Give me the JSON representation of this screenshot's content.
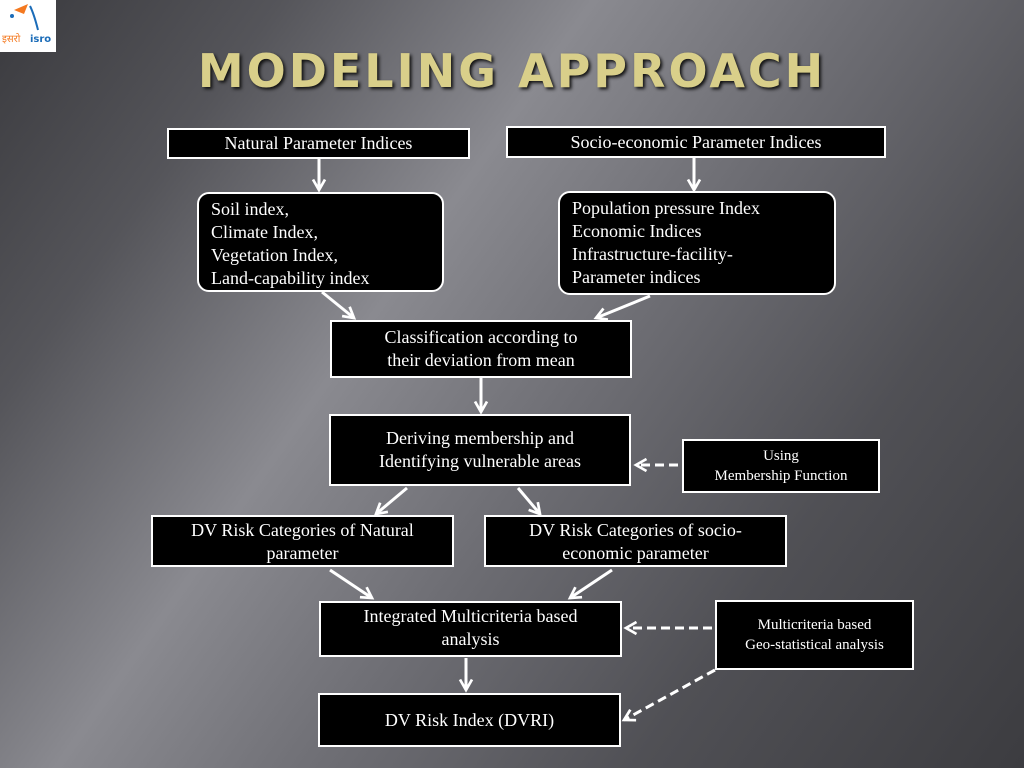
{
  "title": "MODELING   APPROACH",
  "logo": {
    "text_hindi": "इसरो",
    "text_latin": "isro"
  },
  "nodes": {
    "natural_params": "Natural Parameter Indices",
    "socio_params": "Socio-economic Parameter Indices",
    "natural_indices": "Soil index,\nClimate Index,\nVegetation Index,\nLand-capability  index",
    "socio_indices": "Population pressure Index\nEconomic Indices\nInfrastructure-facility-\nParameter indices",
    "classification": "Classification according to\ntheir deviation from mean",
    "membership": "Deriving  membership and\nIdentifying vulnerable areas",
    "membership_function": "Using\nMembership Function",
    "dv_natural": "DV Risk Categories of Natural\nparameter",
    "dv_socio": "DV Risk Categories of socio-\neconomic parameter",
    "integrated": "Integrated Multicriteria based\nanalysis",
    "geo_statistical": "Multicriteria based\nGeo-statistical analysis",
    "dvri": "DV Risk Index (DVRI)"
  },
  "colors": {
    "title": "#d9cf8a",
    "box_fill": "#000000",
    "box_border": "#ffffff",
    "arrow": "#ffffff"
  }
}
